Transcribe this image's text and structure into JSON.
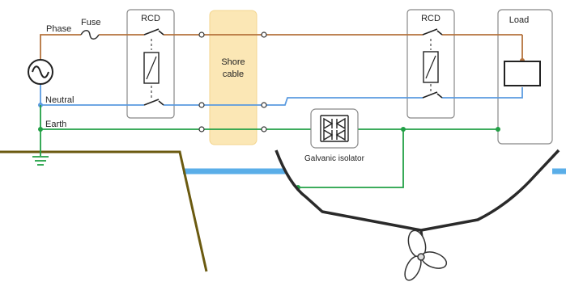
{
  "labels": {
    "phase": "Phase",
    "fuse": "Fuse",
    "neutral": "Neutral",
    "earth": "Earth",
    "rcd_left": "RCD",
    "rcd_right": "RCD",
    "shore_cable_line1": "Shore",
    "shore_cable_line2": "cable",
    "load": "Load",
    "galvanic_isolator": "Galvanic isolator"
  },
  "colors": {
    "phase": "#b5733d",
    "neutral": "#5b9be0",
    "earth": "#22a046",
    "water": "#5aaee8",
    "shore_cable_fill": "#fbe7b5",
    "ground": "#6b5a10",
    "hull": "#2a2a2a",
    "box_stroke": "#888888"
  }
}
